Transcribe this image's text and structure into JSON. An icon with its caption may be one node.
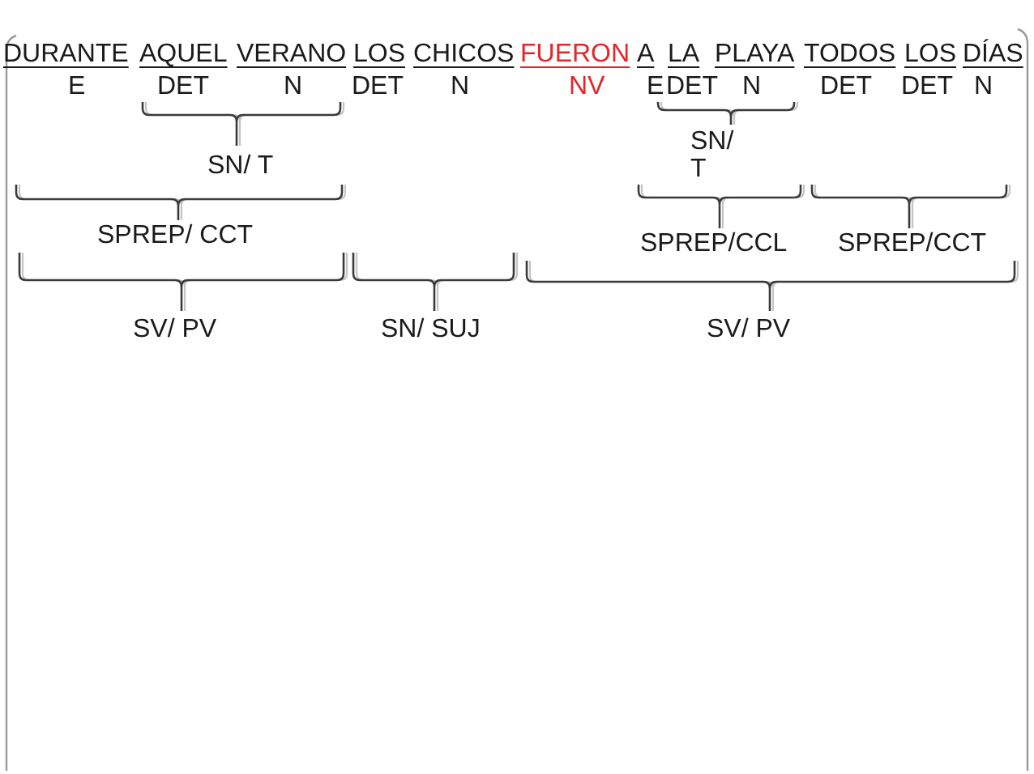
{
  "diagram": {
    "labels": [
      "DURANTE",
      "AQUEL",
      "VERANO",
      "LOS",
      "CHICOS",
      "FUERON",
      "A",
      "LA",
      "PLAYA",
      "TODOS",
      "LOS",
      "DÍAS",
      "E",
      "DET",
      "N",
      "DET",
      "N",
      "NV",
      "E",
      "DET",
      "N",
      "DET",
      "DET",
      "N",
      "SN/ T",
      "SN/ T",
      "SPREP/ CCT",
      "SPREP/CCL",
      "SPREP/CCT",
      "SV/ PV",
      "SN/ SUJ",
      "SV/ PV"
    ]
  }
}
